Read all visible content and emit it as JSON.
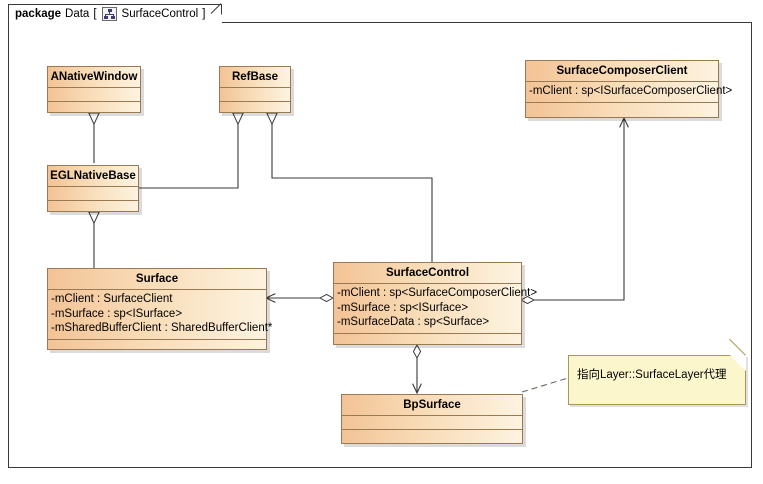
{
  "package": {
    "keyword": "package",
    "name": "Data",
    "bracket_open": "[",
    "diagram_name": "SurfaceControl",
    "bracket_close": "]",
    "icon": "class-diagram-icon"
  },
  "classes": [
    {
      "id": "anativewindow",
      "name": "ANativeWindow",
      "attributes": [],
      "operations": []
    },
    {
      "id": "refbase",
      "name": "RefBase",
      "attributes": [],
      "operations": []
    },
    {
      "id": "eglnativebase",
      "name": "EGLNativeBase",
      "attributes": [],
      "operations": []
    },
    {
      "id": "surfacecomposerclient",
      "name": "SurfaceComposerClient",
      "attributes": [
        "-mClient : sp<ISurfaceComposerClient>"
      ],
      "operations": []
    },
    {
      "id": "surface",
      "name": "Surface",
      "attributes": [
        "-mClient : SurfaceClient",
        "-mSurface : sp<ISurface>",
        "-mSharedBufferClient : SharedBufferClient*"
      ],
      "operations": []
    },
    {
      "id": "surfacecontrol",
      "name": "SurfaceControl",
      "attributes": [
        "-mClient : sp<SurfaceComposerClient>",
        "-mSurface : sp<ISurface>",
        "-mSurfaceData : sp<Surface>"
      ],
      "operations": []
    },
    {
      "id": "bpsurface",
      "name": "BpSurface",
      "attributes": [],
      "operations": []
    }
  ],
  "note": {
    "text": "指向Layer::SurfaceLayer代理"
  },
  "relationships": [
    {
      "type": "generalization",
      "from": "EGLNativeBase",
      "to": "ANativeWindow"
    },
    {
      "type": "generalization",
      "from": "EGLNativeBase",
      "to": "RefBase"
    },
    {
      "type": "generalization",
      "from": "Surface",
      "to": "EGLNativeBase"
    },
    {
      "type": "generalization",
      "from": "SurfaceControl",
      "to": "RefBase"
    },
    {
      "type": "aggregation",
      "from": "SurfaceControl",
      "to": "Surface"
    },
    {
      "type": "aggregation",
      "from": "SurfaceControl",
      "to": "SurfaceComposerClient"
    },
    {
      "type": "aggregation",
      "from": "SurfaceControl",
      "to": "BpSurface"
    },
    {
      "type": "note-anchor",
      "from": "note",
      "to": "BpSurface"
    }
  ],
  "colors": {
    "class_fill_left": "#f3c396",
    "class_fill_right": "#fdf3e0",
    "class_border": "#9a7a52",
    "note_fill": "#fcf6cd",
    "note_border": "#a89a52",
    "frame_border": "#3a3a3a",
    "link_line": "#3a3a3a",
    "canvas": "#ffffff"
  }
}
